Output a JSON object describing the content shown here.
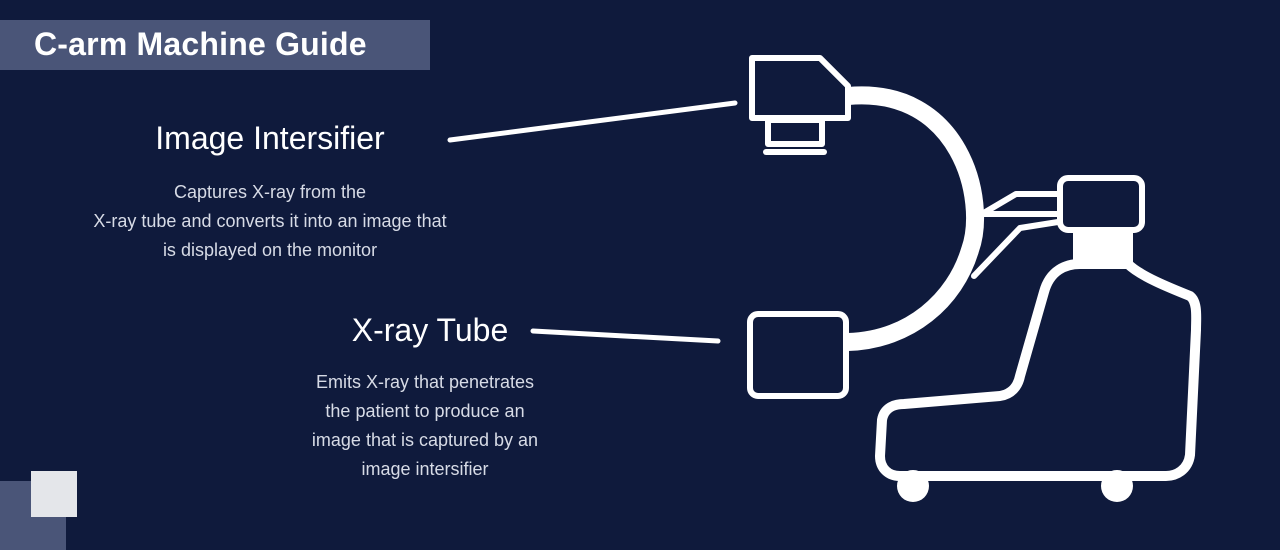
{
  "title": "C-arm Machine Guide",
  "labels": [
    {
      "heading": "Image Intersifier",
      "description": [
        "Captures X-ray from the",
        "X-ray tube  and converts it into an image that",
        "is displayed on the monitor"
      ]
    },
    {
      "heading": "X-ray Tube",
      "description": [
        "Emits X-ray that penetrates",
        "the patient to produce an",
        "image that is captured by an",
        "image intersifier"
      ]
    }
  ],
  "colors": {
    "background": "#0f1a3c",
    "title_bar": "#4a5578",
    "accent_square": "#e4e6ea",
    "line": "#ffffff"
  },
  "icons": [
    "c-arm-machine-icon"
  ]
}
